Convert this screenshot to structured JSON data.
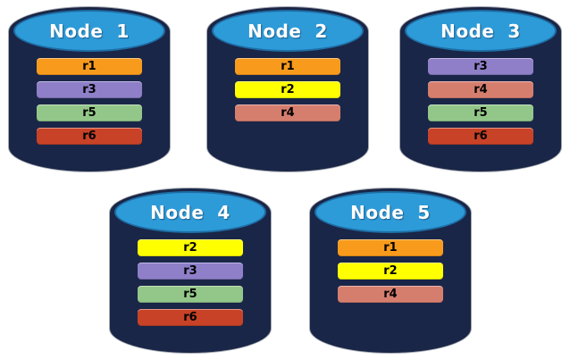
{
  "diagram": {
    "background_color": "#FFFFFF",
    "cylinder_style": {
      "body_color": "#1A2647",
      "outline_color": "#A6AAB2",
      "top_fill_color": "#2D9BD8",
      "top_edge_color": "#1E6EA6",
      "title_color": "#FFFFFF",
      "label_color": "#000000"
    },
    "replica_colors": {
      "r1": "#F89B1C",
      "r2": "#FFFF00",
      "r3": "#8E7FC8",
      "r4": "#D67E6E",
      "r5": "#93C789",
      "r6": "#C84227"
    },
    "nodes": [
      {
        "title": "Node  1",
        "replicas": [
          "r1",
          "r3",
          "r5",
          "r6"
        ]
      },
      {
        "title": "Node  2",
        "replicas": [
          "r1",
          "r2",
          "r4"
        ]
      },
      {
        "title": "Node  3",
        "replicas": [
          "r3",
          "r4",
          "r5",
          "r6"
        ]
      },
      {
        "title": "Node  4",
        "replicas": [
          "r2",
          "r3",
          "r5",
          "r6"
        ]
      },
      {
        "title": "Node  5",
        "replicas": [
          "r1",
          "r2",
          "r4"
        ]
      }
    ]
  }
}
